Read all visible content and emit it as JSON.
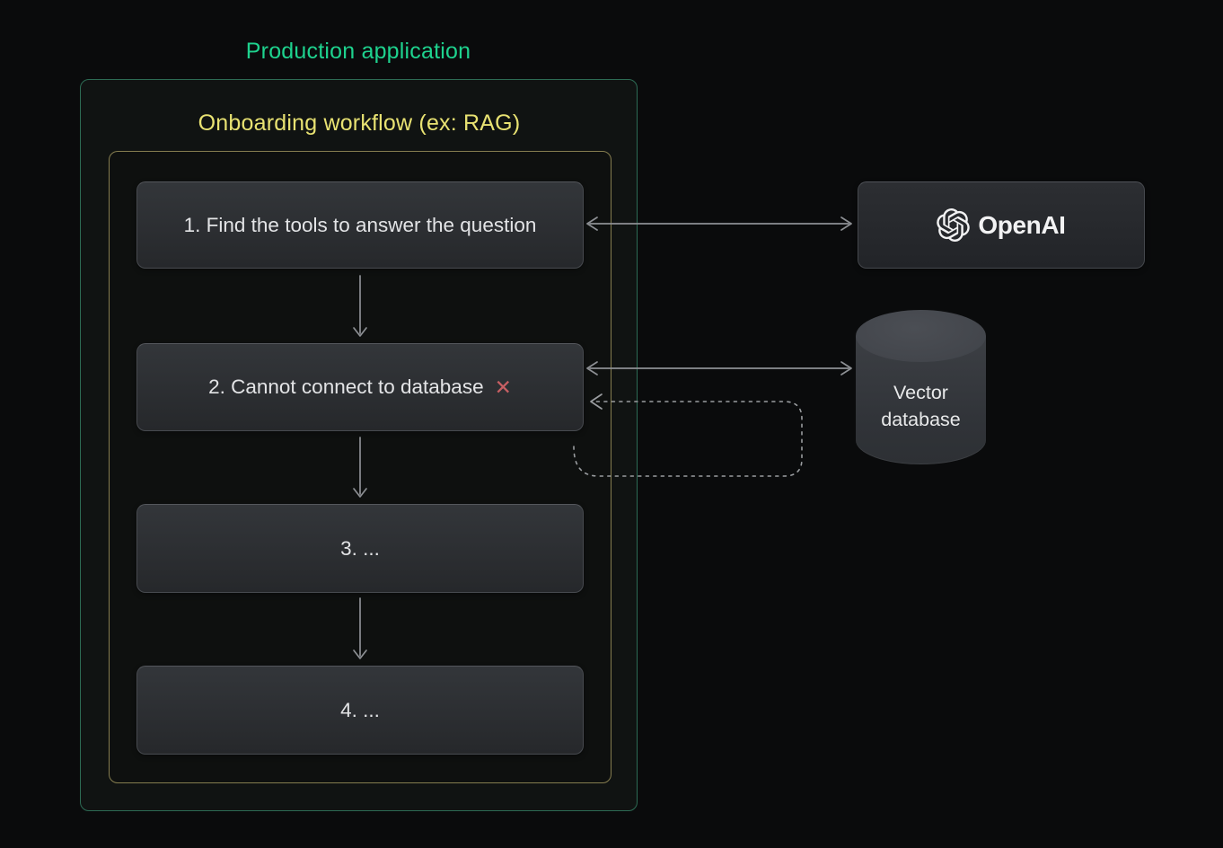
{
  "page": {
    "background_color": "#0a0b0c",
    "arrow_color": "#8d9094"
  },
  "production_app": {
    "title": "Production application",
    "title_color": "#1ed28e",
    "border_color": "#2d6b54"
  },
  "workflow": {
    "title": "Onboarding workflow (ex: RAG)",
    "title_color": "#e8e272",
    "border_color": "#857d4f",
    "steps": [
      {
        "label": "1. Find the tools to answer the question"
      },
      {
        "label": "2. Cannot connect to database",
        "error_mark": "✕",
        "error_color": "#c75f63"
      },
      {
        "label": "3. ..."
      },
      {
        "label": "4. ..."
      }
    ]
  },
  "services": {
    "openai": {
      "label": "OpenAI",
      "icon": "openai-logo"
    },
    "vector_db": {
      "label": "Vector database",
      "shape": "cylinder"
    }
  },
  "connections": [
    {
      "from": "step-1",
      "to": "openai",
      "style": "solid",
      "direction": "bidirectional"
    },
    {
      "from": "step-2",
      "to": "vector-database",
      "style": "solid",
      "direction": "bidirectional"
    },
    {
      "from": "loop-below-step-2",
      "to": "step-2",
      "style": "dashed",
      "direction": "into-step-2"
    },
    {
      "from": "step-1",
      "to": "step-2",
      "style": "solid",
      "direction": "down"
    },
    {
      "from": "step-2",
      "to": "step-3",
      "style": "solid",
      "direction": "down"
    },
    {
      "from": "step-3",
      "to": "step-4",
      "style": "solid",
      "direction": "down"
    }
  ]
}
